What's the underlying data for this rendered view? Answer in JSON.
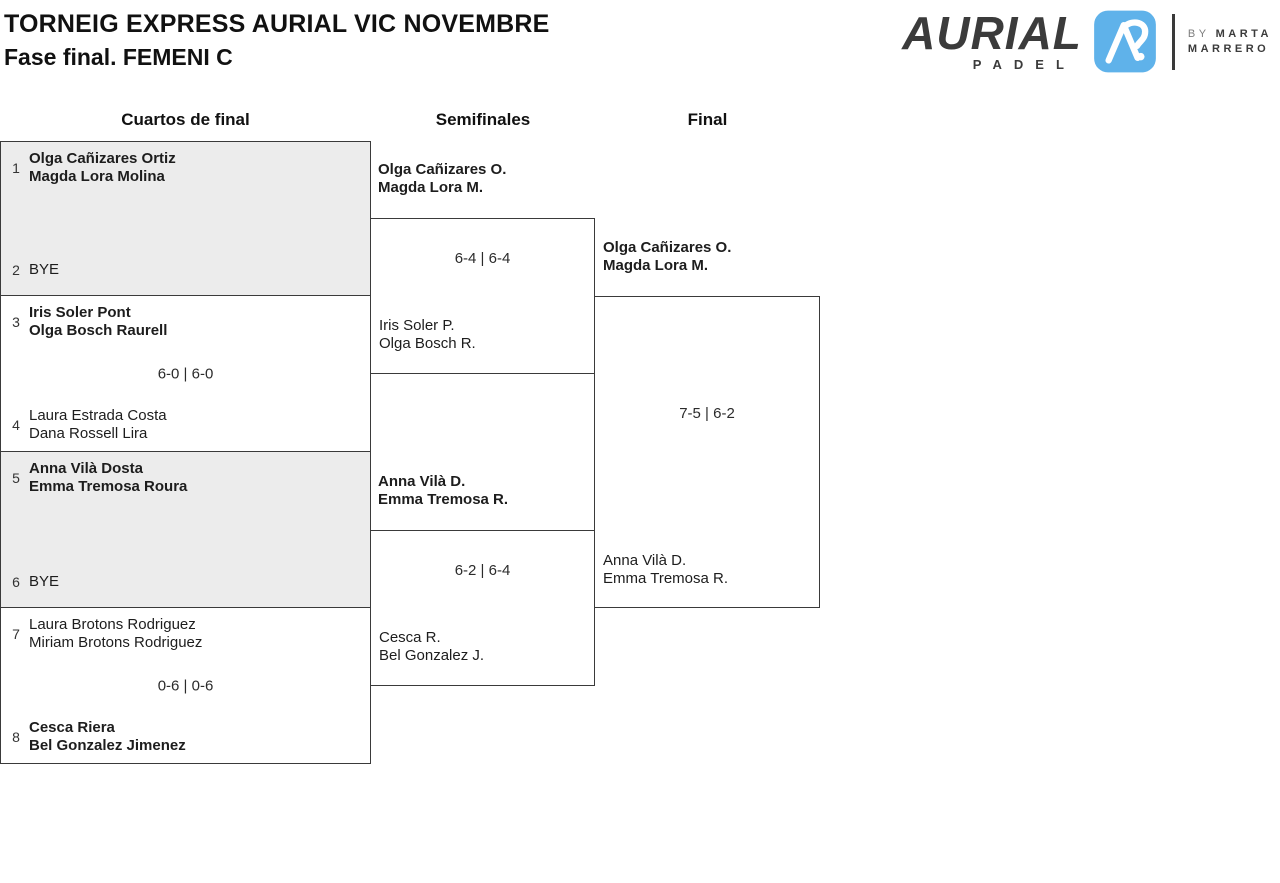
{
  "header": {
    "title": "TORNEIG EXPRESS AURIAL VIC NOVEMBRE",
    "subtitle": "Fase final. FEMENI C"
  },
  "logo": {
    "wordmark": "AURIAL",
    "wordmark_sub": "PADEL",
    "badge_icon": "aurial-a-monogram",
    "badge_color": "#5FB2EA",
    "dark_color": "#3b3b3b",
    "byline_prefix": "BY",
    "byline_name_line1": "MARTA",
    "byline_name_line2": "MARRERO"
  },
  "columns": [
    {
      "label": "Cuartos de final"
    },
    {
      "label": "Semifinales"
    },
    {
      "label": "Final"
    }
  ],
  "quarterfinals": [
    {
      "top": {
        "seed": "1",
        "p1": "Olga Cañizares Ortiz",
        "p2": "Magda Lora Molina",
        "winner": true
      },
      "bottom": {
        "seed": "2",
        "p1": "BYE",
        "winner": false
      },
      "score": ""
    },
    {
      "top": {
        "seed": "3",
        "p1": "Iris Soler Pont",
        "p2": "Olga Bosch Raurell",
        "winner": true
      },
      "bottom": {
        "seed": "4",
        "p1": "Laura Estrada Costa",
        "p2": "Dana Rossell Lira",
        "winner": false
      },
      "score": "6-0 | 6-0"
    },
    {
      "top": {
        "seed": "5",
        "p1": "Anna Vilà Dosta",
        "p2": "Emma Tremosa Roura",
        "winner": true
      },
      "bottom": {
        "seed": "6",
        "p1": "BYE",
        "winner": false
      },
      "score": ""
    },
    {
      "top": {
        "seed": "7",
        "p1": "Laura Brotons Rodriguez",
        "p2": "Miriam Brotons Rodriguez",
        "winner": false
      },
      "bottom": {
        "seed": "8",
        "p1": "Cesca Riera",
        "p2": "Bel Gonzalez Jimenez",
        "winner": true
      },
      "score": "0-6 | 0-6"
    }
  ],
  "semifinals": [
    {
      "top": {
        "p1": "Olga Cañizares O.",
        "p2": "Magda Lora M.",
        "winner": true
      },
      "bottom": {
        "p1": "Iris Soler P.",
        "p2": "Olga Bosch R.",
        "winner": false
      },
      "score": "6-4 | 6-4"
    },
    {
      "top": {
        "p1": "Anna Vilà D.",
        "p2": "Emma Tremosa R.",
        "winner": true
      },
      "bottom": {
        "p1": "Cesca R.",
        "p2": "Bel Gonzalez J.",
        "winner": false
      },
      "score": "6-2 | 6-4"
    }
  ],
  "final": {
    "top": {
      "p1": "Olga Cañizares O.",
      "p2": "Magda Lora M.",
      "winner": true
    },
    "bottom": {
      "p1": "Anna Vilà D.",
      "p2": "Emma Tremosa R.",
      "winner": false
    },
    "score": "7-5 | 6-2"
  }
}
